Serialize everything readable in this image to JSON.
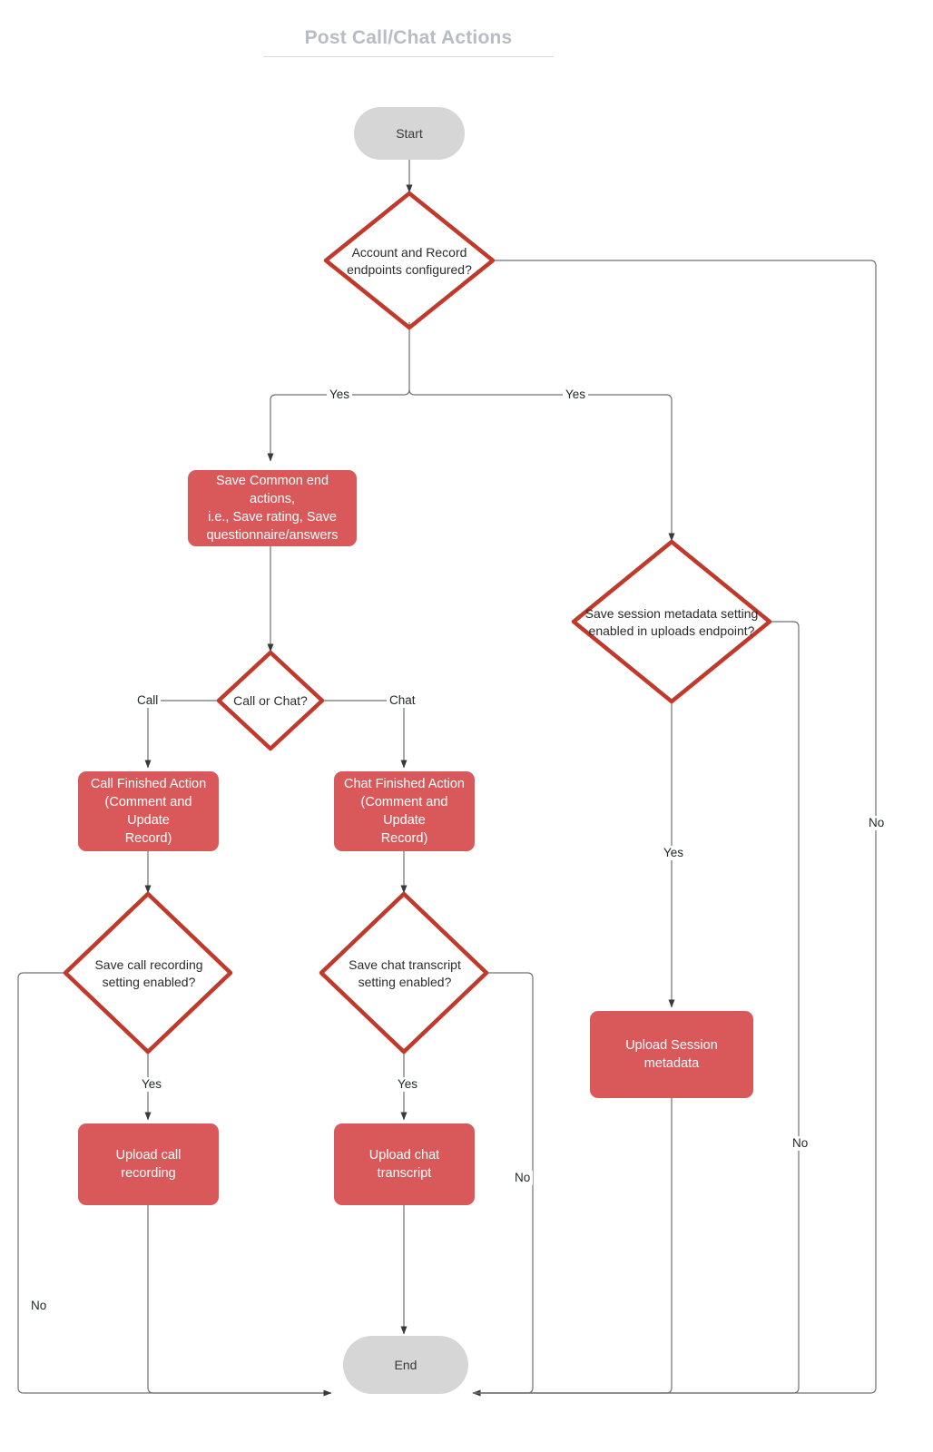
{
  "diagram": {
    "title": "Post Call/Chat Actions",
    "colors": {
      "process_fill": "#d9595a",
      "decision_stroke": "#c0392b",
      "terminator_fill": "#d6d6d6",
      "edge_stroke": "#707070",
      "title_color": "#b9bcc4",
      "process_text": "#ffffff",
      "node_text": "#2b2b2b"
    },
    "nodes": {
      "start": {
        "label": "Start",
        "type": "terminator"
      },
      "end": {
        "label": "End",
        "type": "terminator"
      },
      "d_endpoints": {
        "label": "Account and Record endpoints configured?",
        "line1": "Account and Record",
        "line2": "endpoints configured?",
        "type": "decision"
      },
      "p_common": {
        "label": "Save Common end actions, i.e., Save rating, Save questionnaire/answers",
        "line1": "Save Common end actions,",
        "line2": "i.e., Save rating, Save",
        "line3": "questionnaire/answers",
        "type": "process"
      },
      "d_callchat": {
        "label": "Call or Chat?",
        "line1": "Call or Chat?",
        "type": "decision"
      },
      "p_callfinished": {
        "label": "Call Finished Action (Comment and Update Record)",
        "line1": "Call Finished Action",
        "line2": "(Comment and Update",
        "line3": "Record)",
        "type": "process"
      },
      "p_chatfinished": {
        "label": "Chat Finished Action (Comment and Update Record)",
        "line1": "Chat Finished Action",
        "line2": "(Comment and Update",
        "line3": "Record)",
        "type": "process"
      },
      "d_callrec": {
        "label": "Save call recording setting enabled?",
        "line1": "Save call recording",
        "line2": "setting enabled?",
        "type": "decision"
      },
      "d_chattrans": {
        "label": "Save chat transcript setting enabled?",
        "line1": "Save chat transcript",
        "line2": "setting enabled?",
        "type": "decision"
      },
      "p_uploadcall": {
        "label": "Upload call recording",
        "line1": "Upload call recording",
        "type": "process"
      },
      "p_uploadchat": {
        "label": "Upload chat transcript",
        "line1": "Upload chat transcript",
        "type": "process"
      },
      "d_sessionmeta": {
        "label": "Save session metadata setting enabled in uploads endpoint?",
        "line1": "Save session metadata setting",
        "line2": "enabled in uploads endpoint?",
        "type": "decision"
      },
      "p_uploadmeta": {
        "label": "Upload Session metadata",
        "line1": "Upload Session metadata",
        "type": "process"
      }
    },
    "edge_labels": {
      "yes_left": "Yes",
      "yes_right": "Yes",
      "no_endpoints": "No",
      "call": "Call",
      "chat": "Chat",
      "yes_callrec": "Yes",
      "no_callrec": "No",
      "yes_chattrans": "Yes",
      "no_chattrans": "No",
      "yes_sessionmeta": "Yes",
      "no_sessionmeta": "No"
    }
  }
}
